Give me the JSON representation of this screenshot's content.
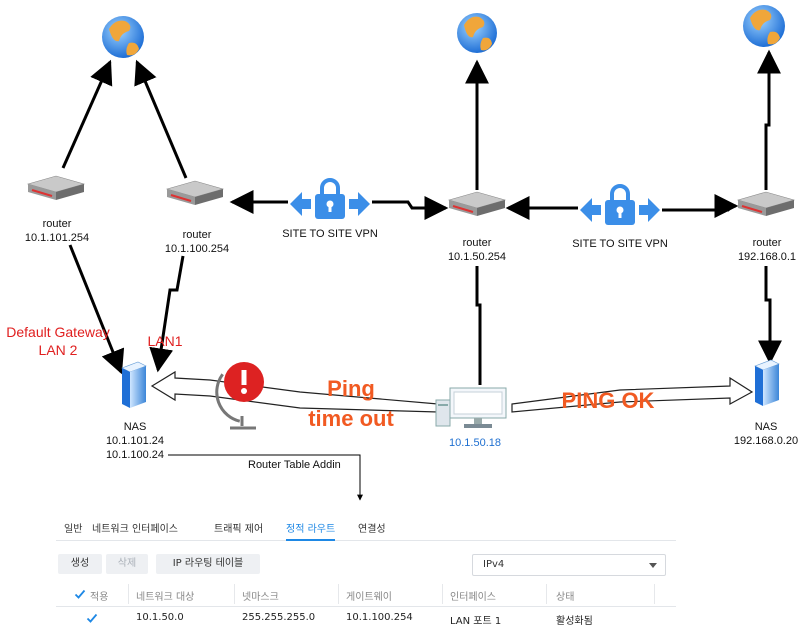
{
  "diagram": {
    "connector_label": "Router Table Addin",
    "vpn_left_label": "SITE TO SITE VPN",
    "vpn_right_label": "SITE TO SITE VPN",
    "routers": [
      {
        "title": "router",
        "ip": "10.1.101.254"
      },
      {
        "title": "router",
        "ip": "10.1.100.254"
      },
      {
        "title": "router",
        "ip": "10.1.50.254"
      },
      {
        "title": "router",
        "ip": "192.168.0.1"
      }
    ],
    "nas_left": {
      "title": "NAS",
      "ip1": "10.1.101.24",
      "ip2": "10.1.100.24"
    },
    "nas_right": {
      "title": "NAS",
      "ip": "192.168.0.20"
    },
    "client_ip": "10.1.50.18",
    "gateway_label": "Default  Gateway",
    "lan2_label": "LAN 2",
    "lan1_label": "LAN1",
    "ping_fail_line1": "Ping",
    "ping_fail_line2": "time out",
    "ping_ok": "PING OK",
    "colors": {
      "red_label": "#e02020",
      "orange": "#f15a22",
      "vpn_blue": "#3b8ee8",
      "client_ip": "#1e6fd0"
    }
  },
  "panel": {
    "tabs": [
      "일반",
      "네트워크 인터페이스",
      "트래픽 제어",
      "정적 라우트",
      "연결성"
    ],
    "active_tab": "정적 라우트",
    "buttons": {
      "create": "생성",
      "delete": "삭제",
      "routing_table": "IP 라우팅 테이블"
    },
    "protocol_select": "IPv4",
    "columns": [
      "적용",
      "네트워크 대상",
      "넷마스크",
      "게이트웨이",
      "인터페이스",
      "상태"
    ],
    "rows": [
      {
        "applied": true,
        "destination": "10.1.50.0",
        "netmask": "255.255.255.0",
        "gateway": "10.1.100.254",
        "interface": "LAN 포트 1",
        "status": "활성화됨"
      }
    ]
  }
}
